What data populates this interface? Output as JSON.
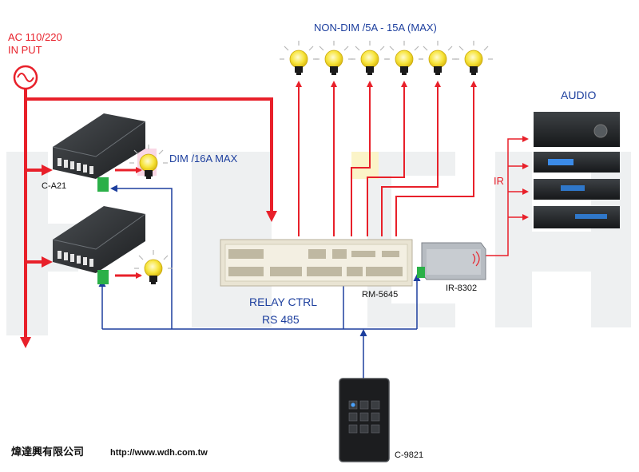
{
  "labels": {
    "ac_input_line1": "AC 110/220",
    "ac_input_line2": "IN PUT",
    "non_dim": "NON-DIM /5A - 15A (MAX)",
    "dim": "DIM /16A MAX",
    "audio": "AUDIO",
    "ir": "IR",
    "relay_ctrl": "RELAY CTRL",
    "rs485": "RS 485",
    "rm_model": "RM-5645",
    "ir_model": "IR-8302",
    "dimmer_model": "C-A21",
    "panel_model": "C-9821",
    "company": "煒達興有限公司",
    "url": "http://www.wdh.com.tw"
  },
  "colors": {
    "power_line": "#e8202a",
    "rs485_line": "#1d3f9e",
    "bulb": "#f7e43a",
    "device_dark": "#2a2d2f",
    "relay_body": "#e9e4d3",
    "watermark": "#eef0f1"
  }
}
